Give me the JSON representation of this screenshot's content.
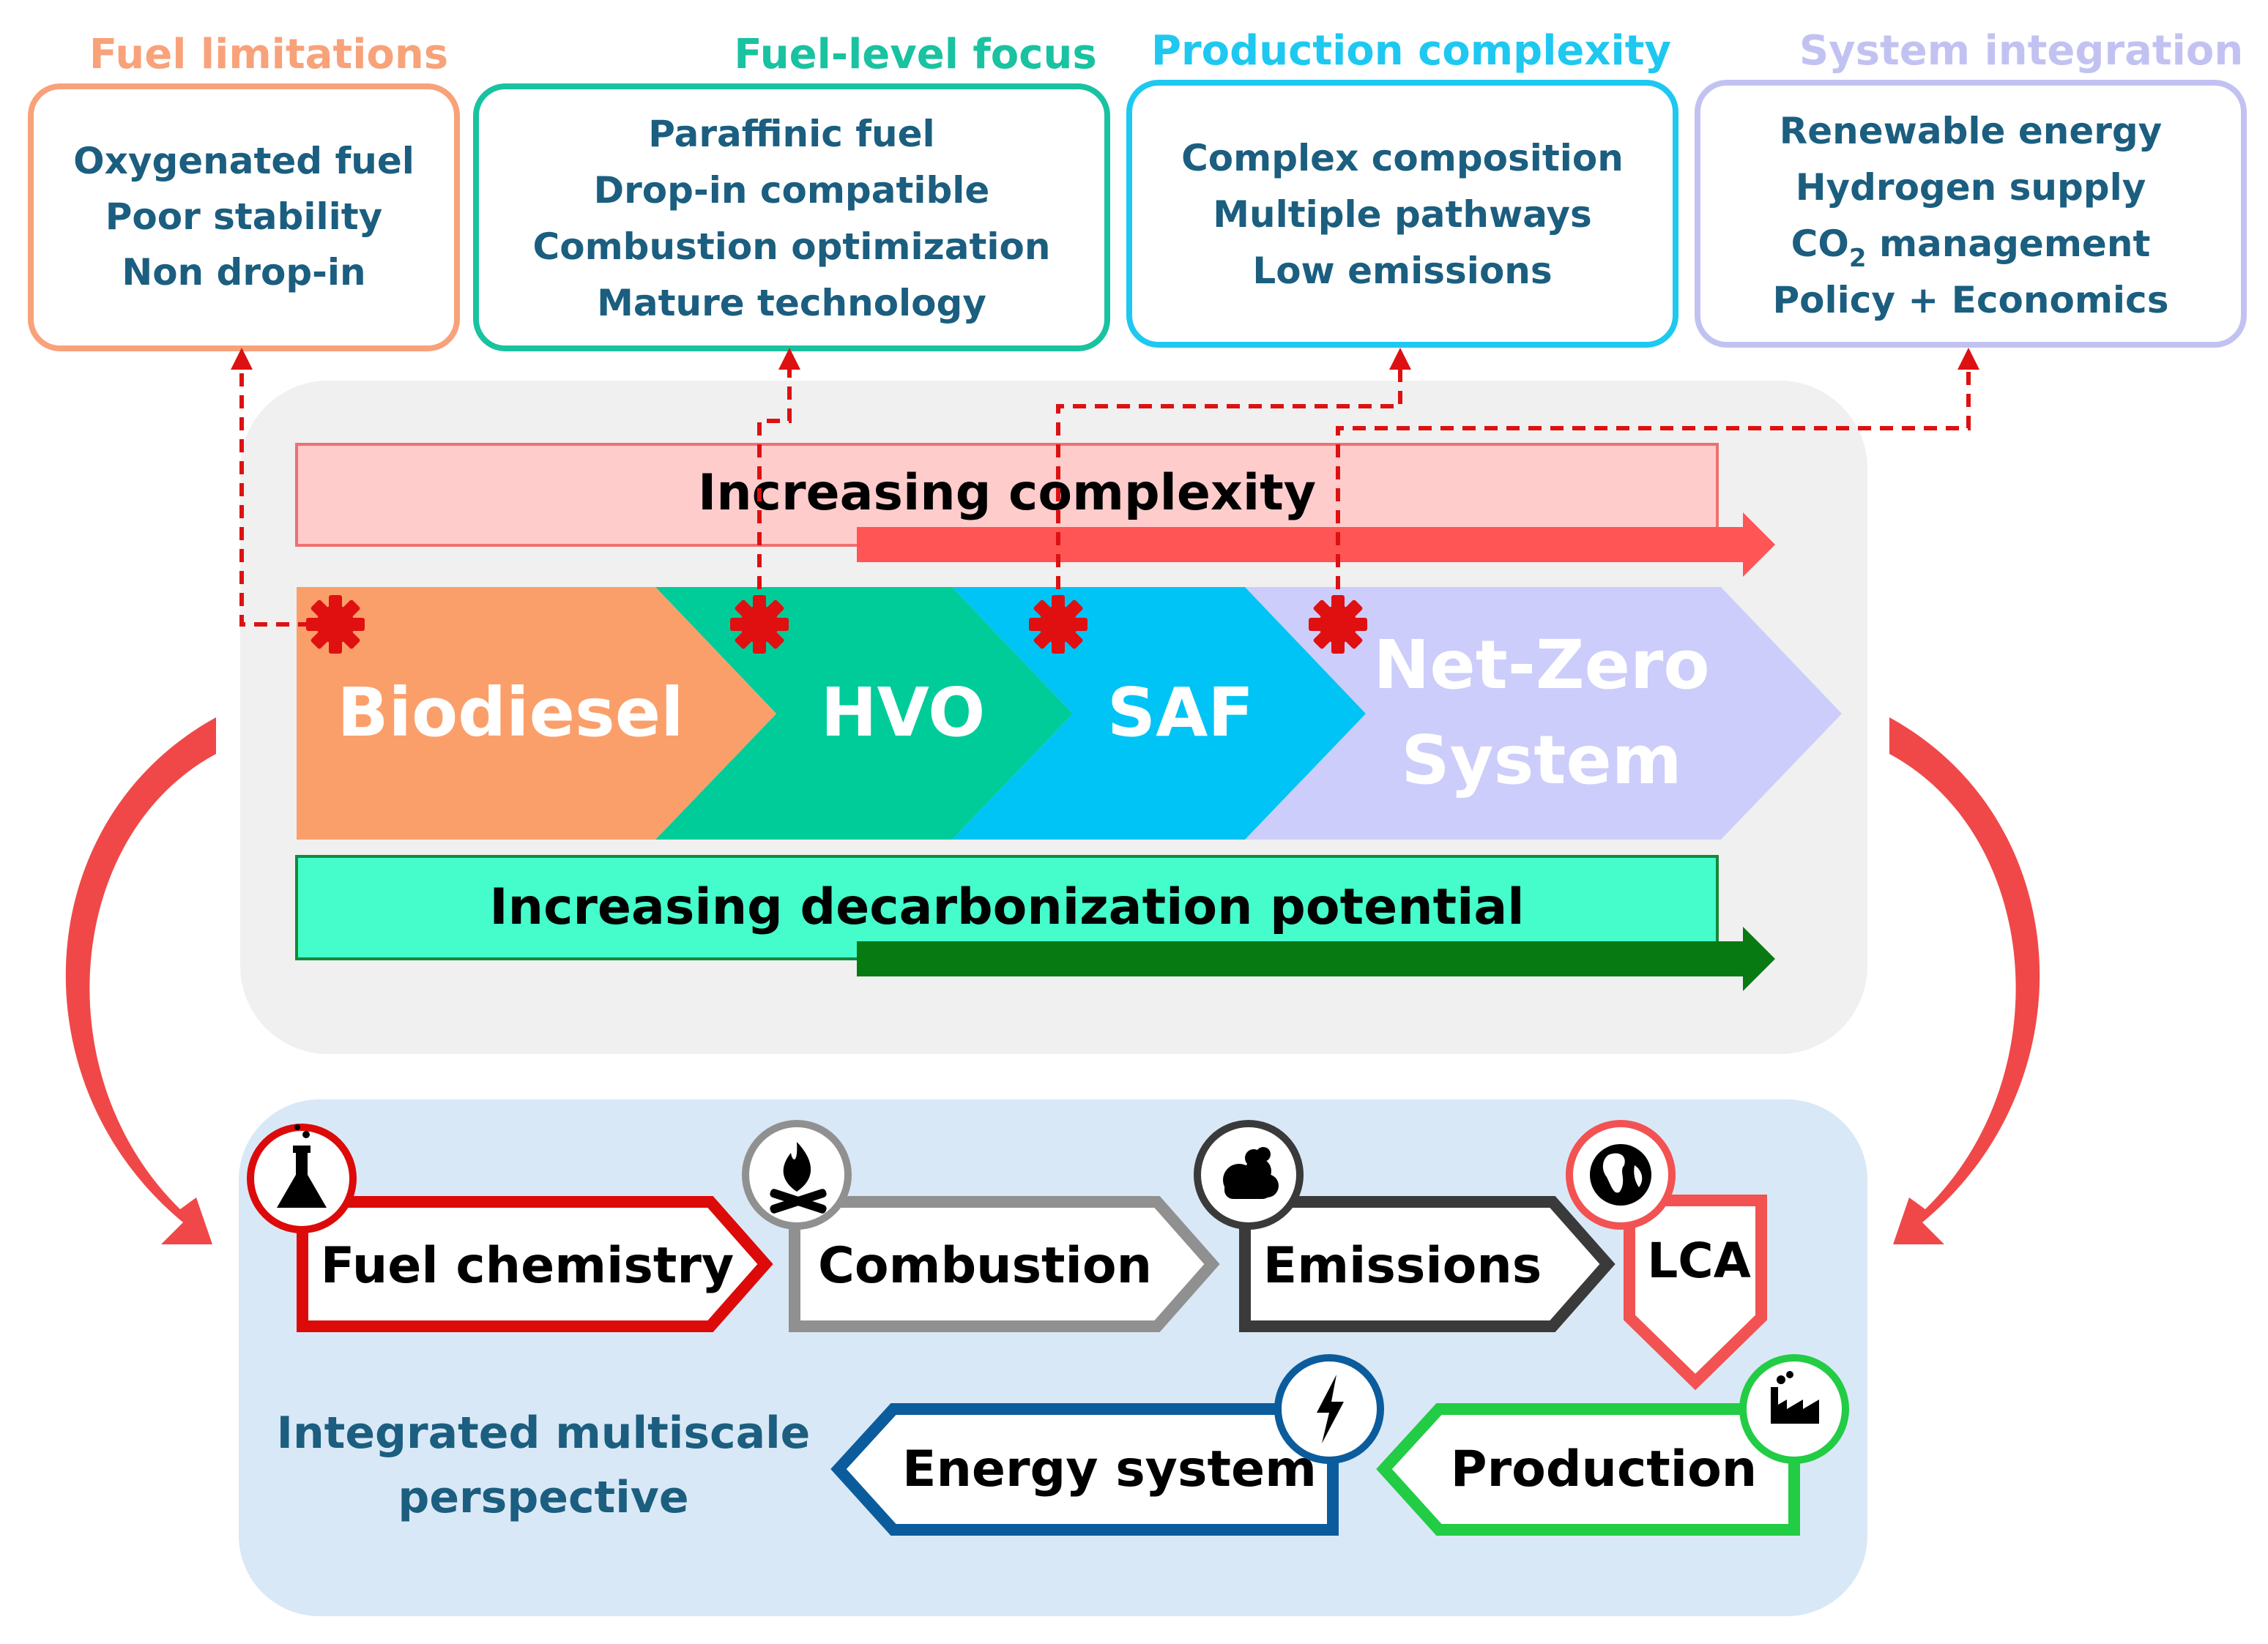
{
  "top_boxes": [
    {
      "heading": "Fuel limitations",
      "lines": [
        "Oxygenated fuel",
        "Poor stability",
        "Non drop-in"
      ],
      "color": "#F8A27A"
    },
    {
      "heading": "Fuel-level focus",
      "lines": [
        "Paraffinic fuel",
        "Drop-in compatible",
        "Combustion optimization",
        "Mature technology"
      ],
      "color": "#19C2A0"
    },
    {
      "heading": "Production complexity",
      "lines": [
        "Complex composition",
        "Multiple pathways",
        "Low emissions"
      ],
      "color": "#1EC8F0"
    },
    {
      "heading": "System integration",
      "lines": [
        "Renewable energy",
        "Hydrogen supply",
        "CO",
        "management",
        "Policy + Economics"
      ],
      "subscript": "2",
      "color": "#C2C2F2"
    }
  ],
  "bars": {
    "complexity": "Increasing complexity",
    "decarbonization": "Increasing decarbonization potential"
  },
  "stages": [
    {
      "label": "Biodiesel",
      "color": "#FB9F6A"
    },
    {
      "label": "HVO",
      "color": "#00CC99"
    },
    {
      "label": "SAF",
      "color": "#00C4F5"
    },
    {
      "label": "Net-Zero",
      "label2": "System",
      "color": "#CDCDFB"
    }
  ],
  "perspective": {
    "label_line1": "Integrated multiscale",
    "label_line2": "perspective",
    "items": [
      {
        "label": "Fuel chemistry",
        "icon": "flask-icon",
        "color": "#DD0A0A"
      },
      {
        "label": "Combustion",
        "icon": "fire-icon",
        "color": "#909090"
      },
      {
        "label": "Emissions",
        "icon": "cloud-icon",
        "color": "#3A3A3A"
      },
      {
        "label": "LCA",
        "icon": "globe-icon",
        "color": "#F25252"
      },
      {
        "label": "Production",
        "icon": "factory-icon",
        "color": "#22CC44"
      },
      {
        "label": "Energy system",
        "icon": "lightning-icon",
        "color": "#0B5C9C"
      }
    ]
  },
  "colors": {
    "dashed_link": "#DD1111",
    "gear": "#E01010",
    "curved_arrow": "#F04848",
    "top_panel_bg": "#F0F0F0",
    "bottom_panel_bg": "#D9E8F6",
    "complexity_bar": "#FFCCCC",
    "complexity_arrow": "#FF5555",
    "decarb_bar": "#45FCCB",
    "decarb_arrow": "#087A12",
    "title_text": "#1B5E7F"
  }
}
